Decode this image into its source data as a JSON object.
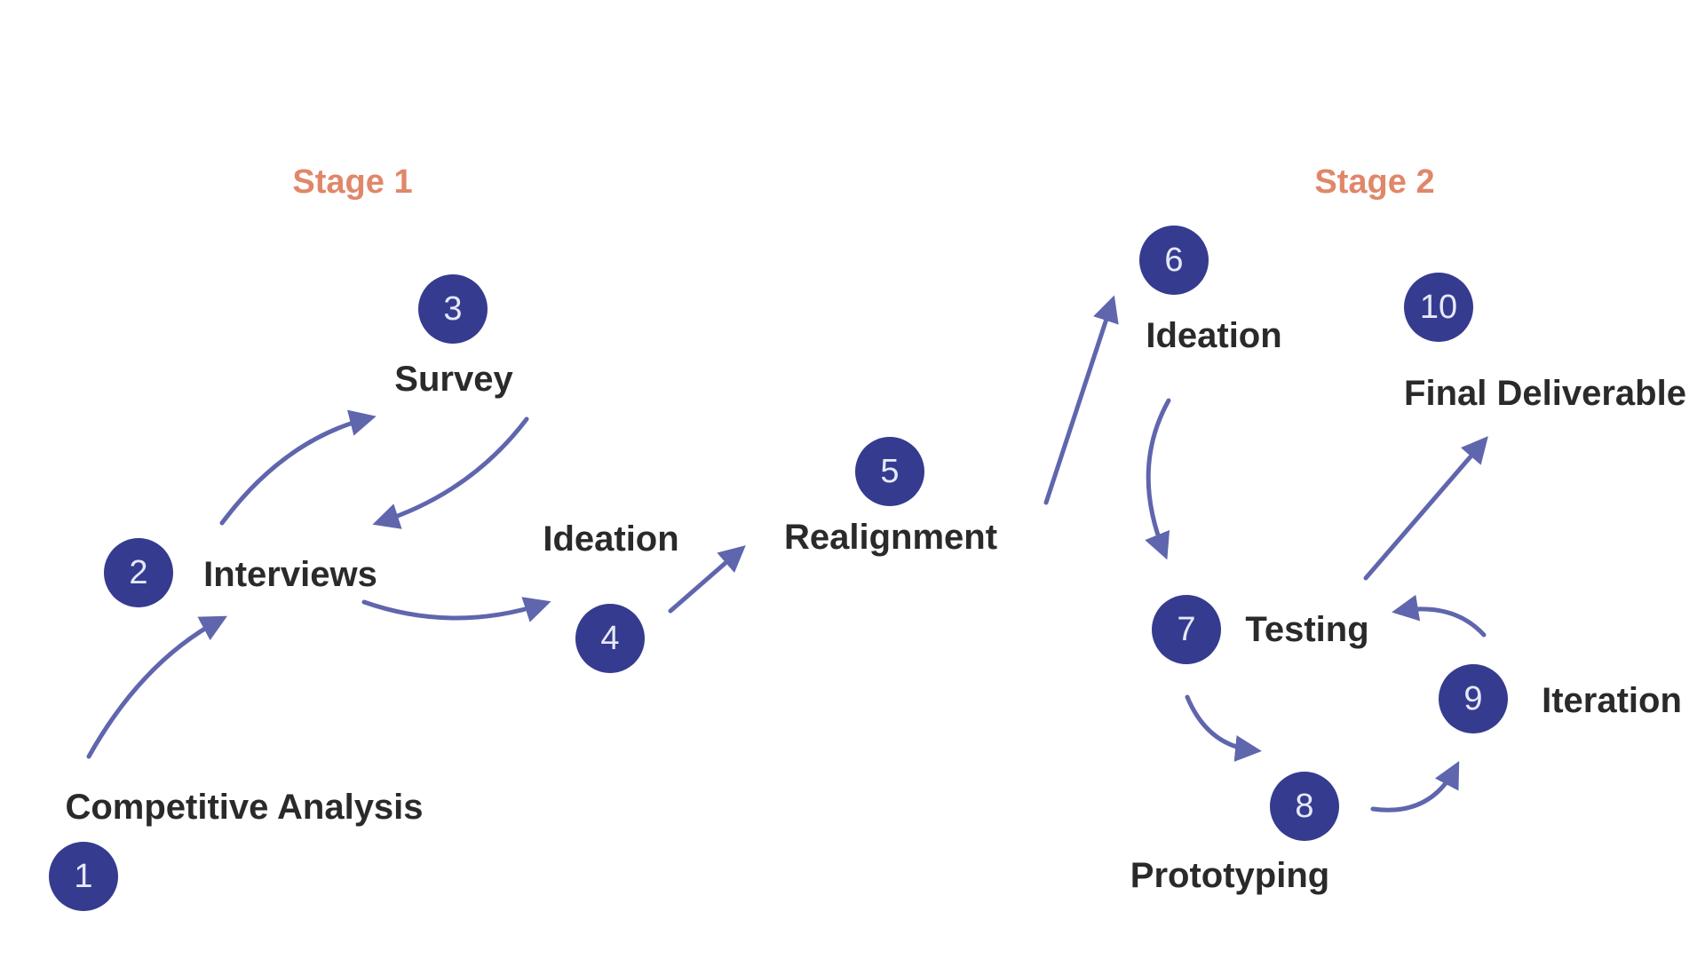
{
  "colors": {
    "circle_fill": "#353b8f",
    "circle_text": "#e6e8f7",
    "label_text": "#2a2a2a",
    "arrow": "#5f66ad",
    "stage_title": "#e0876a"
  },
  "stages": [
    {
      "title": "Stage 1"
    },
    {
      "title": "Stage 2"
    }
  ],
  "steps": [
    {
      "number": "1",
      "label": "Competitive Analysis"
    },
    {
      "number": "2",
      "label": "Interviews"
    },
    {
      "number": "3",
      "label": "Survey"
    },
    {
      "number": "4",
      "label": "Ideation"
    },
    {
      "number": "5",
      "label": "Realignment"
    },
    {
      "number": "6",
      "label": "Ideation"
    },
    {
      "number": "7",
      "label": "Testing"
    },
    {
      "number": "8",
      "label": "Prototyping"
    },
    {
      "number": "9",
      "label": "Iteration"
    },
    {
      "number": "10",
      "label": "Final Deliverable"
    }
  ]
}
